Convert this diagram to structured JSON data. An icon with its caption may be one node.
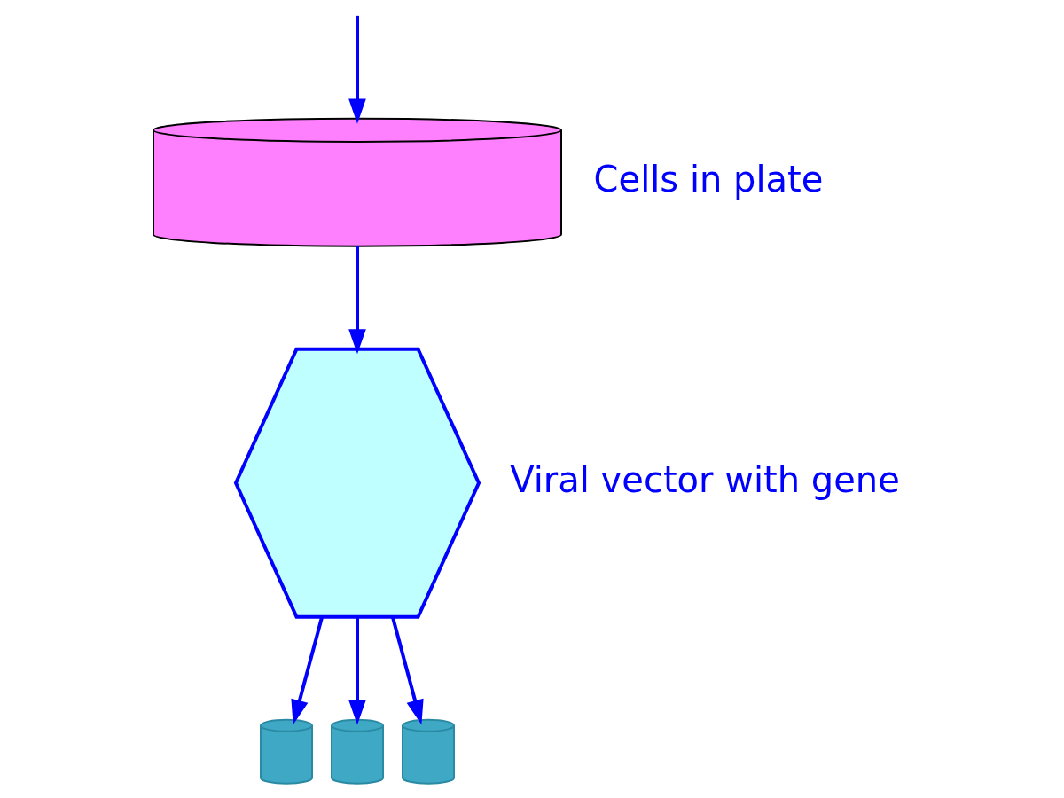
{
  "diagram": {
    "nodes": [
      {
        "text": [],
        "shape": "picture",
        "beside": [
          "Cells in plate"
        ]
      },
      {
        "text": [],
        "shape": "picture",
        "beside": [
          "Viral vector with gene"
        ]
      },
      {
        "text": [],
        "shape": "picture"
      },
      {
        "text": [],
        "shape": "picture"
      },
      {
        "text": [],
        "shape": "picture"
      }
    ],
    "edges": [
      {
        "from": null,
        "to": 0,
        "arrow": "to"
      },
      {
        "from": 0,
        "to": 1,
        "arrow": "to"
      },
      {
        "from": 1,
        "to": 2,
        "arrow": "to"
      },
      {
        "from": 1,
        "to": 3,
        "arrow": "to"
      },
      {
        "from": 1,
        "to": 4,
        "arrow": "to"
      }
    ]
  }
}
